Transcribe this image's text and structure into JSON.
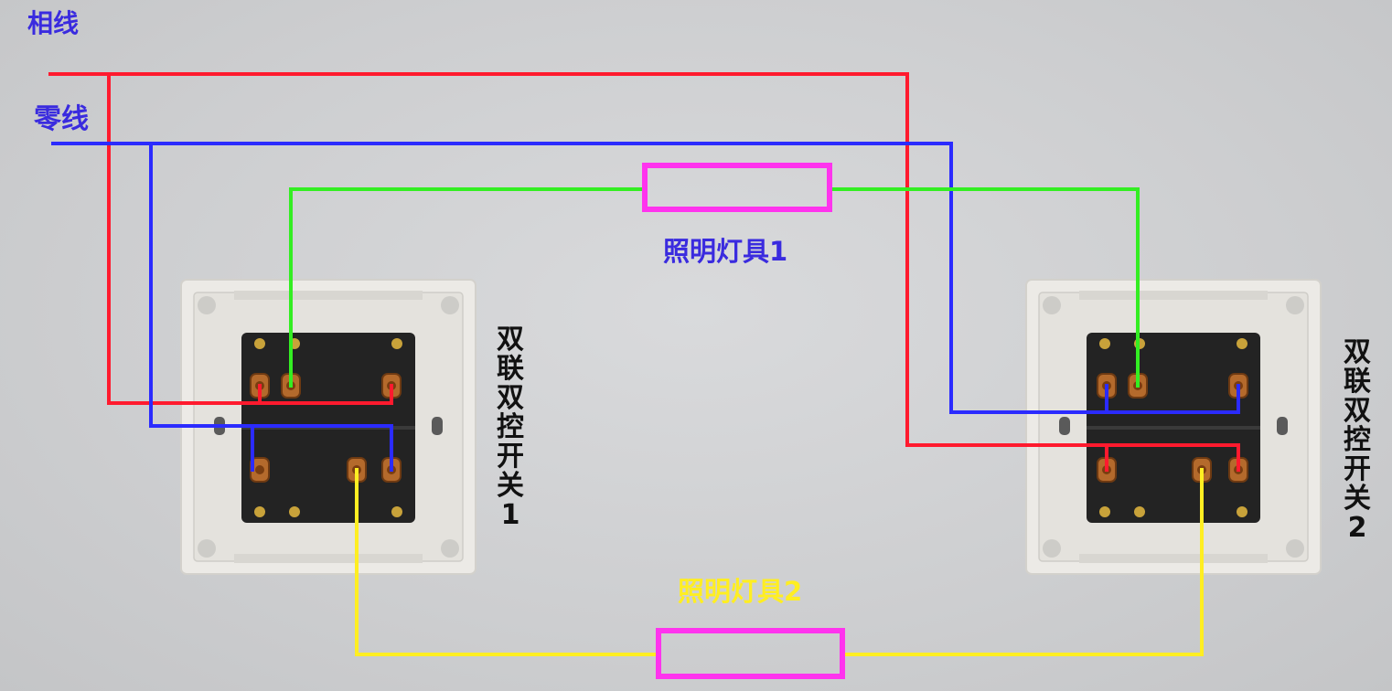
{
  "labels": {
    "phase_wire": "相线",
    "neutral_wire": "零线",
    "lamp1": "照明灯具1",
    "lamp2": "照明灯具2",
    "switch1": "双联双控开关1",
    "switch2": "双联双控开关2"
  },
  "colors": {
    "phase": "#ff1a2e",
    "neutral": "#2b2bff",
    "lamp1_wire": "#33ee22",
    "lamp2_wire": "#ffee22",
    "lamp_box": "#ff33ee",
    "label_blue": "#3a2bdf",
    "label_yellow": "#ffee22",
    "label_black": "#111111"
  }
}
